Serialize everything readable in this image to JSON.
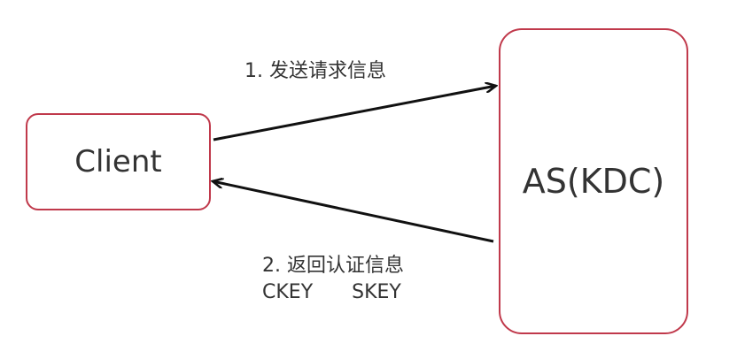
{
  "nodes": {
    "client": {
      "label": "Client"
    },
    "kdc": {
      "label": "AS(KDC)"
    }
  },
  "edges": {
    "request": {
      "label": "1. 发送请求信息"
    },
    "response": {
      "label": "2. 返回认证信息",
      "key_left": "CKEY",
      "key_right": "SKEY"
    }
  },
  "colors": {
    "border": "#c0394b",
    "arrow": "#111111",
    "text": "#333333"
  }
}
